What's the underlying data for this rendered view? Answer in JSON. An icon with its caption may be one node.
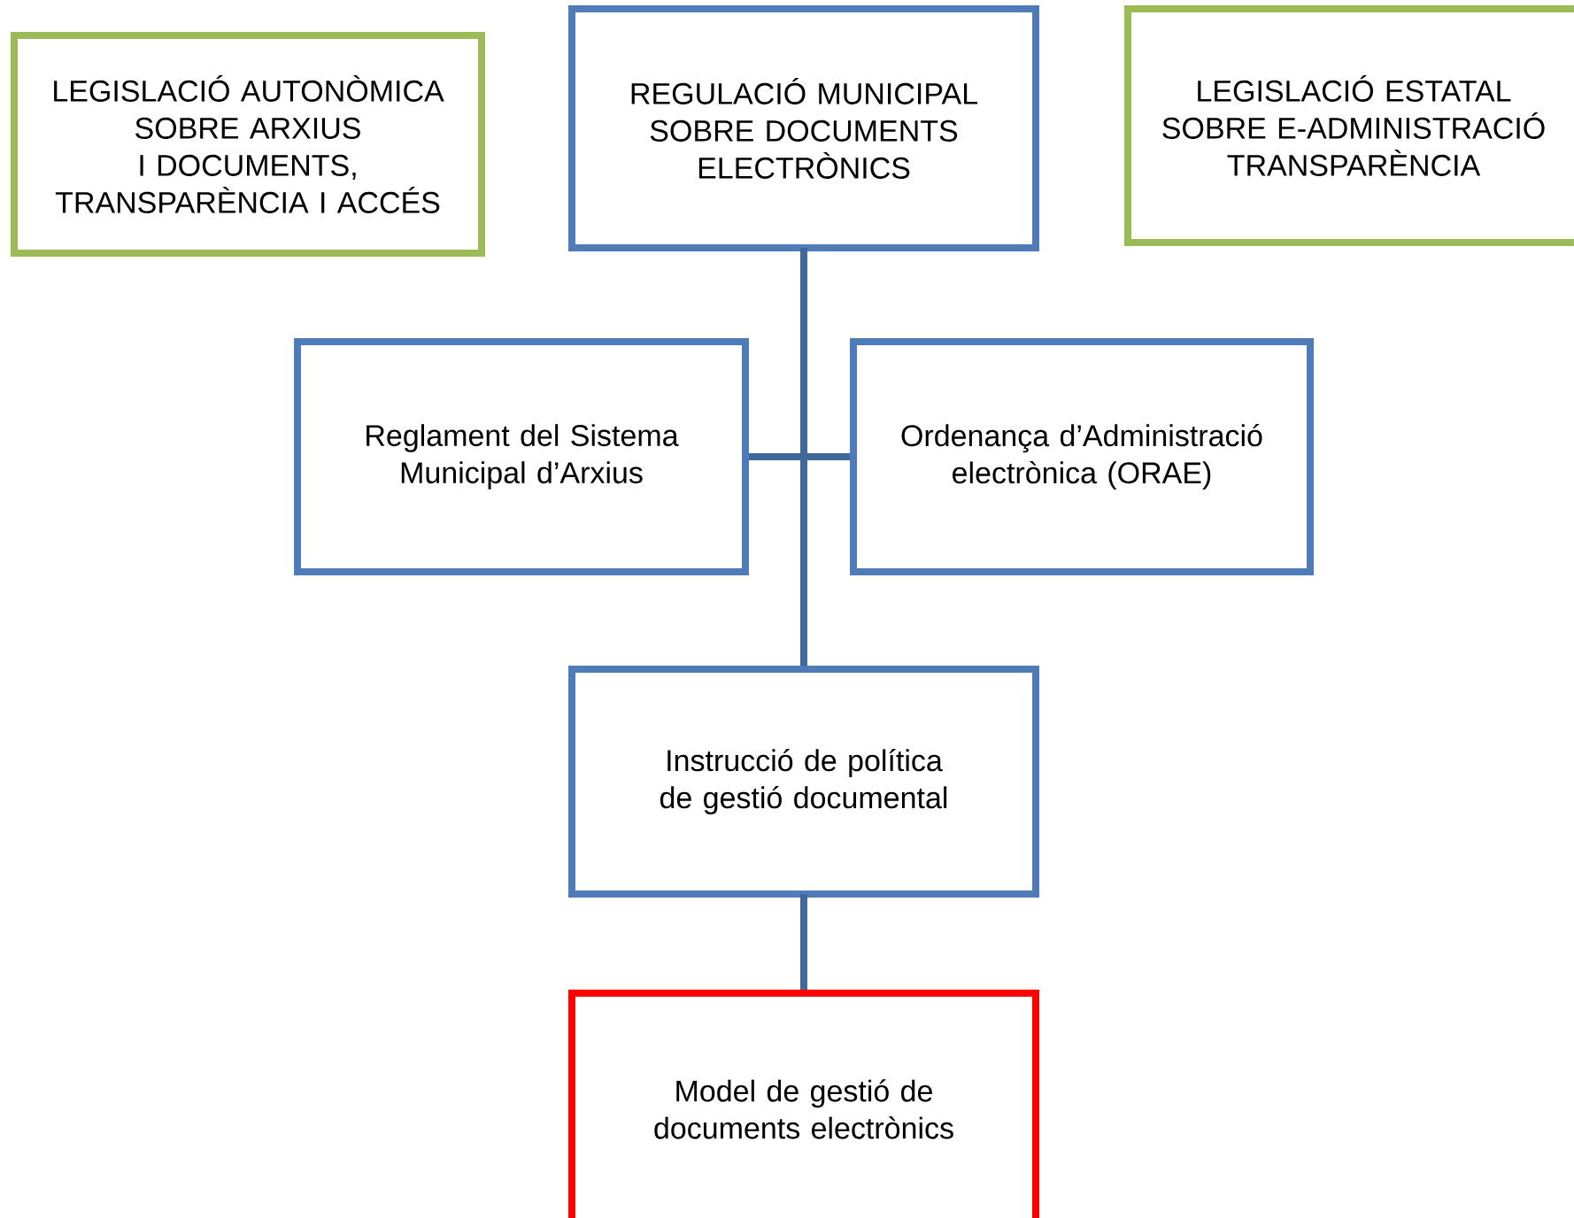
{
  "diagram": {
    "nodes": [
      {
        "text": [
          "LEGISLACIÓ AUTONÒMICA SOBRE ARXIUS I DOCUMENTS, TRANSPARÈNCIA I ACCÉS"
        ]
      },
      {
        "text": [
          "REGULACIÓ MUNICIPAL SOBRE DOCUMENTS ELECTRÒNICS"
        ]
      },
      {
        "text": [
          "LEGISLACIÓ ESTATAL SOBRE E-ADMINISTRACIÓ TRANSPARÈNCIA"
        ]
      },
      {
        "text": [
          "Reglament del Sistema Municipal d’Arxius"
        ]
      },
      {
        "text": [
          "Ordenança d’Administració electrònica (ORAE)"
        ]
      },
      {
        "text": [
          "Instrucció de política de gestió documental"
        ]
      },
      {
        "text": [
          "Model de gestió de documents electrònics"
        ]
      }
    ],
    "edges": [
      {
        "from": 1,
        "to": 5,
        "arrow": "none"
      },
      {
        "from": 1,
        "to": 3,
        "arrow": "none"
      },
      {
        "from": 1,
        "to": 4,
        "arrow": "none"
      },
      {
        "from": 5,
        "to": 6,
        "arrow": "none"
      }
    ]
  }
}
